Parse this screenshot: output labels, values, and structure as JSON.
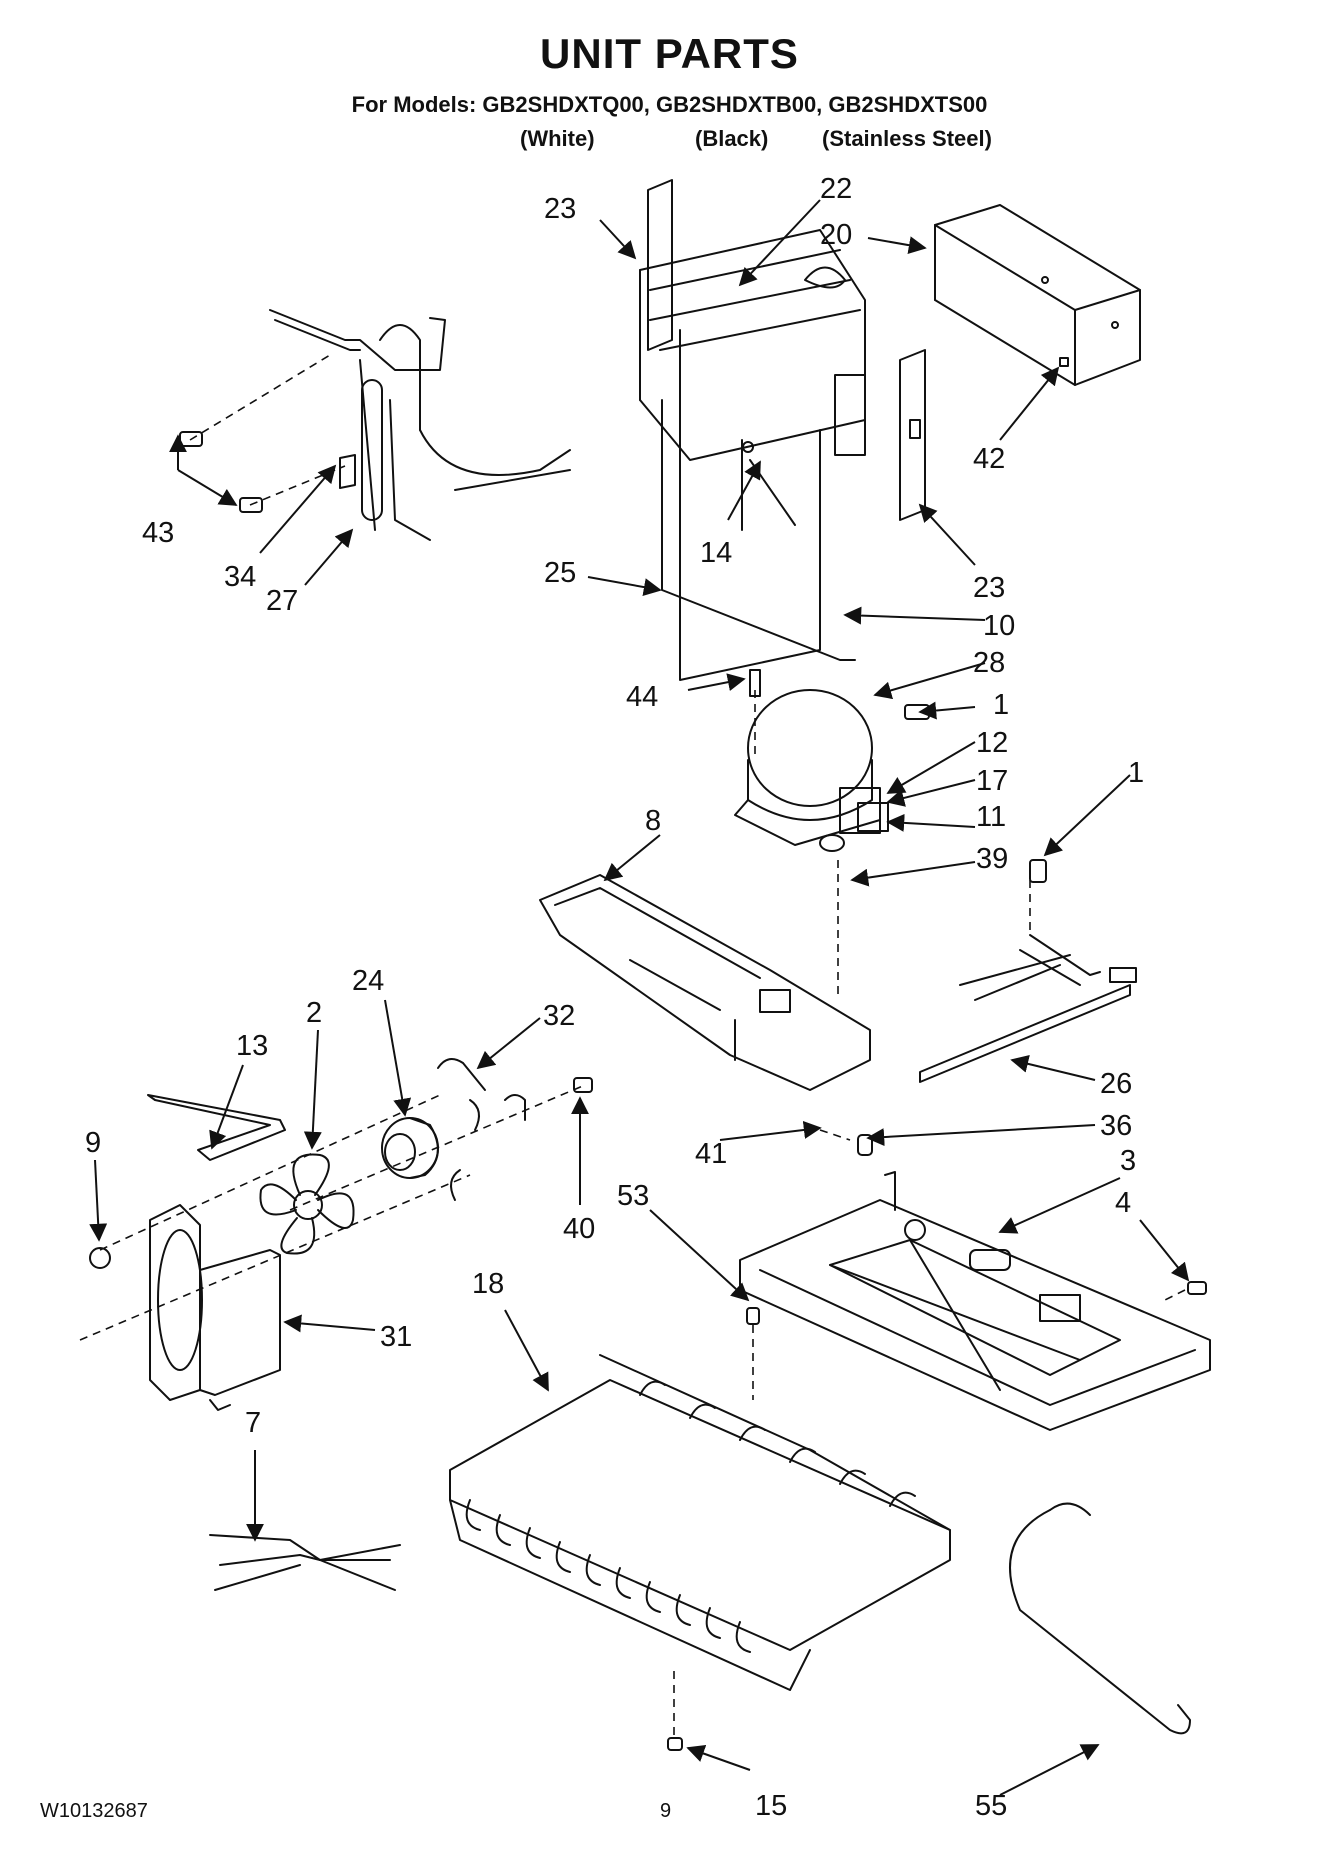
{
  "header": {
    "title": "UNIT PARTS",
    "models_line": "For Models: GB2SHDXTQ00, GB2SHDXTB00, GB2SHDXTS00",
    "variants": [
      "(White)",
      "(Black)",
      "(Stainless Steel)"
    ]
  },
  "callouts": [
    "23",
    "22",
    "20",
    "42",
    "23",
    "14",
    "25",
    "10",
    "28",
    "44",
    "1",
    "12",
    "17",
    "11",
    "1",
    "39",
    "8",
    "24",
    "2",
    "13",
    "32",
    "9",
    "40",
    "26",
    "36",
    "41",
    "3",
    "53",
    "4",
    "18",
    "31",
    "7",
    "55",
    "15",
    "43",
    "34",
    "27"
  ],
  "footer": {
    "doc_number": "W10132687",
    "page": "9"
  }
}
